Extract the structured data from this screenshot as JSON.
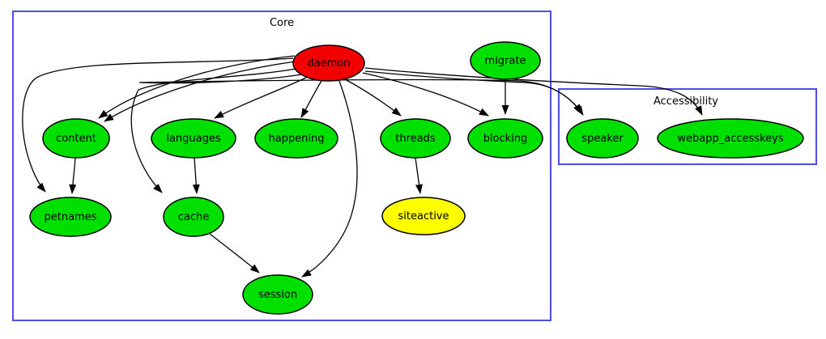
{
  "diagram": {
    "type": "dependency-graph",
    "clusters": {
      "core": {
        "label": "Core"
      },
      "accessibility": {
        "label": "Accessibility"
      }
    },
    "nodes": {
      "daemon": {
        "label": "daemon",
        "cluster": "core",
        "status_color": "red"
      },
      "migrate": {
        "label": "migrate",
        "cluster": "core",
        "status_color": "green"
      },
      "content": {
        "label": "content",
        "cluster": "core",
        "status_color": "green"
      },
      "languages": {
        "label": "languages",
        "cluster": "core",
        "status_color": "green"
      },
      "happening": {
        "label": "happening",
        "cluster": "core",
        "status_color": "green"
      },
      "threads": {
        "label": "threads",
        "cluster": "core",
        "status_color": "green"
      },
      "blocking": {
        "label": "blocking",
        "cluster": "core",
        "status_color": "green"
      },
      "speaker": {
        "label": "speaker",
        "cluster": "accessibility",
        "status_color": "green"
      },
      "webapp_accesskeys": {
        "label": "webapp_accesskeys",
        "cluster": "accessibility",
        "status_color": "green"
      },
      "petnames": {
        "label": "petnames",
        "cluster": "core",
        "status_color": "green"
      },
      "cache": {
        "label": "cache",
        "cluster": "core",
        "status_color": "green"
      },
      "siteactive": {
        "label": "siteactive",
        "cluster": "core",
        "status_color": "yellow"
      },
      "session": {
        "label": "session",
        "cluster": "core",
        "status_color": "green"
      }
    },
    "edges": [
      {
        "from": "daemon",
        "to": "content",
        "count": 2
      },
      {
        "from": "daemon",
        "to": "languages",
        "count": 1
      },
      {
        "from": "daemon",
        "to": "happening",
        "count": 1
      },
      {
        "from": "daemon",
        "to": "threads",
        "count": 1
      },
      {
        "from": "daemon",
        "to": "blocking",
        "count": 1
      },
      {
        "from": "migrate",
        "to": "blocking",
        "count": 1
      },
      {
        "from": "daemon",
        "to": "speaker",
        "count": 2
      },
      {
        "from": "daemon",
        "to": "webapp_accesskeys",
        "count": 1
      },
      {
        "from": "daemon",
        "to": "petnames",
        "count": 1
      },
      {
        "from": "content",
        "to": "petnames",
        "count": 1
      },
      {
        "from": "daemon",
        "to": "cache",
        "count": 1
      },
      {
        "from": "languages",
        "to": "cache",
        "count": 1
      },
      {
        "from": "daemon",
        "to": "session",
        "count": 1
      },
      {
        "from": "cache",
        "to": "session",
        "count": 1
      },
      {
        "from": "threads",
        "to": "siteactive",
        "count": 1
      }
    ]
  },
  "colors": {
    "green": "#00e000",
    "red": "#f40000",
    "yellow": "#ffff00",
    "cluster_border": "#4d4df0",
    "edge": "#000000",
    "background": "#ffffff"
  }
}
